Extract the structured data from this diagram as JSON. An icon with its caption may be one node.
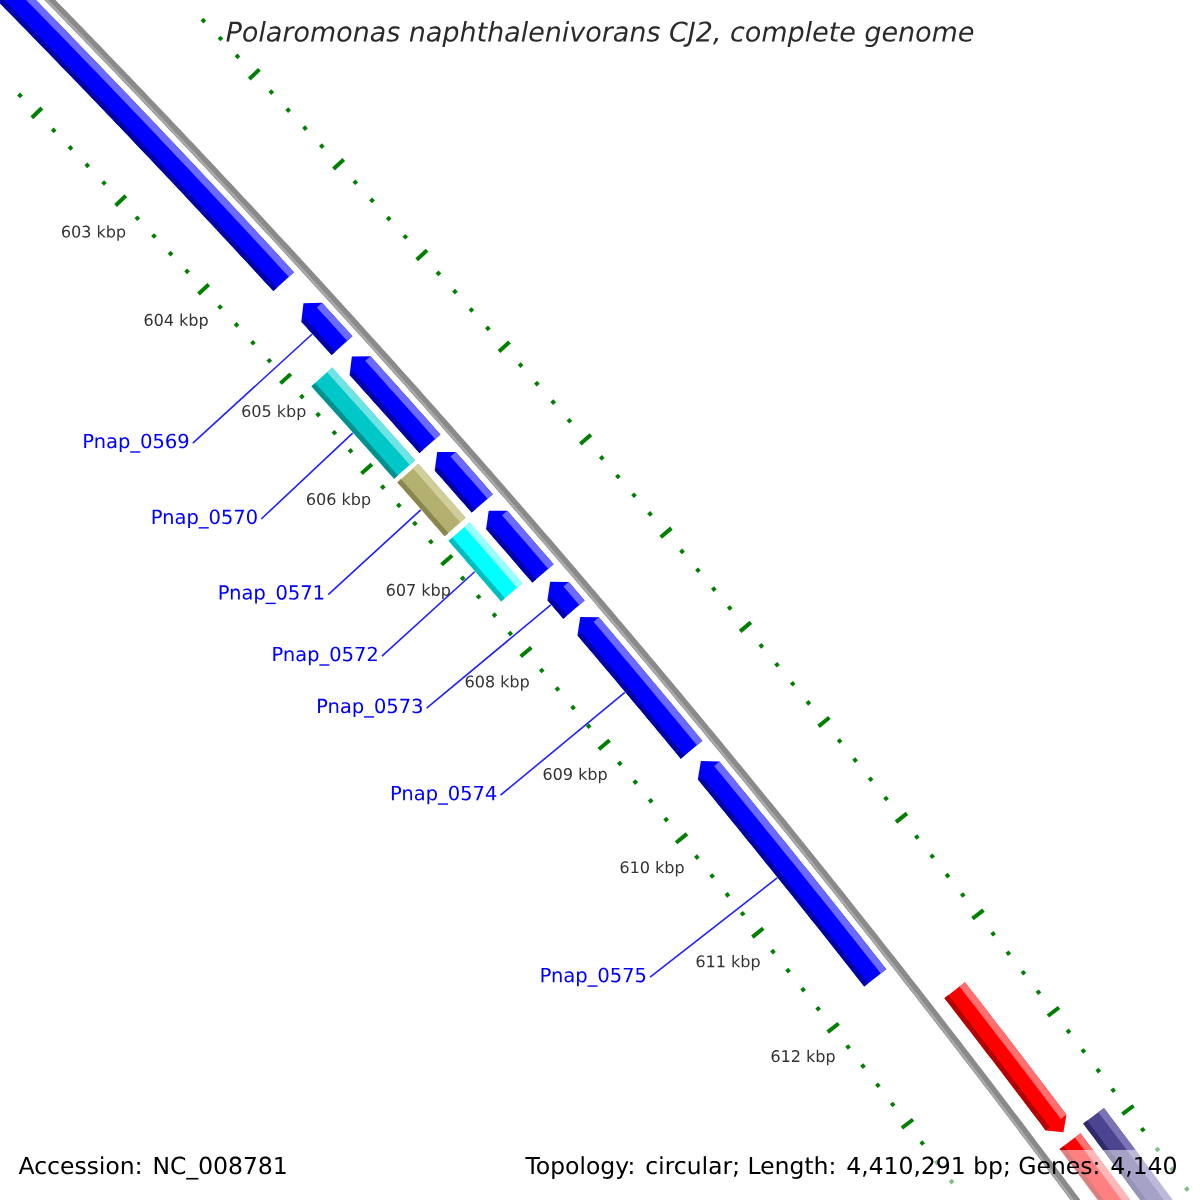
{
  "diagram": {
    "title": "Polaromonas naphthalenivorans CJ2, complete genome",
    "nodes": [
      {
        "text": [
          "Pnap_0569"
        ]
      },
      {
        "text": [
          "Pnap_0570"
        ]
      },
      {
        "text": [
          "Pnap_0571"
        ]
      },
      {
        "text": [
          "Pnap_0572"
        ]
      },
      {
        "text": [
          "Pnap_0573"
        ]
      },
      {
        "text": [
          "Pnap_0574"
        ]
      },
      {
        "text": [
          "Pnap_0575"
        ]
      },
      {
        "text": [],
        "shape": "arrow"
      },
      {
        "text": [],
        "shape": "bar"
      },
      {
        "text": [],
        "shape": "bar"
      },
      {
        "text": [],
        "shape": "bar"
      },
      {
        "text": [],
        "shape": "arrow"
      },
      {
        "text": [],
        "shape": "arrow"
      },
      {
        "text": [],
        "shape": "arrow"
      }
    ],
    "edges": [
      {
        "from": 0,
        "to": 7,
        "arrow": "none"
      },
      {
        "from": 1,
        "to": 8,
        "arrow": "none"
      },
      {
        "from": 2,
        "to": 9,
        "arrow": "none"
      },
      {
        "from": 3,
        "to": 10,
        "arrow": "none"
      },
      {
        "from": 4,
        "to": 11,
        "arrow": "none"
      },
      {
        "from": 5,
        "to": 12,
        "arrow": "none"
      },
      {
        "from": 6,
        "to": 13,
        "arrow": "none"
      }
    ],
    "labels": [
      "603 kbp",
      "604 kbp",
      "605 kbp",
      "606 kbp",
      "607 kbp",
      "608 kbp",
      "609 kbp",
      "610 kbp",
      "611 kbp",
      "612 kbp",
      "Accession: NC_008781",
      "Topology: circular; Length: 4,410,291 bp; Genes: 4,140"
    ]
  }
}
